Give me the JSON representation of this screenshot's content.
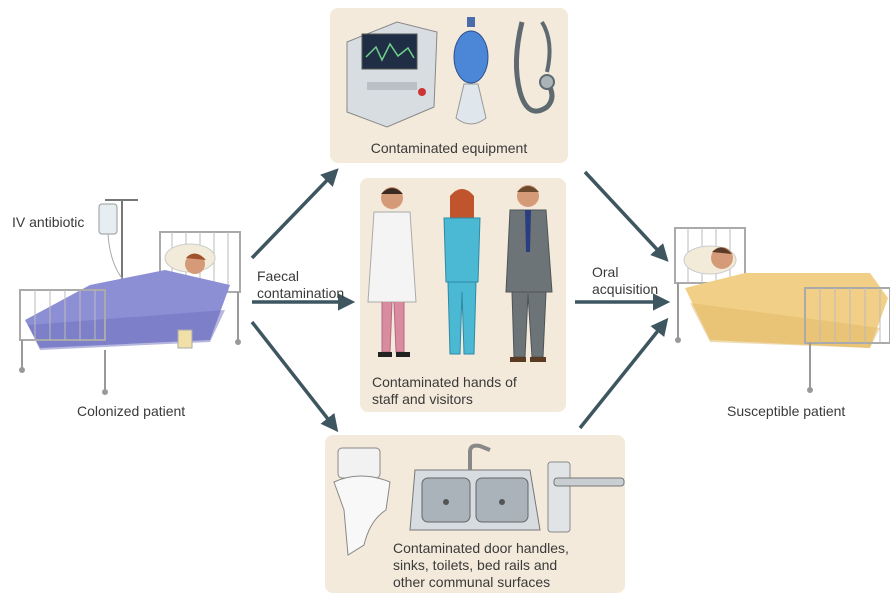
{
  "left": {
    "iv_label": "IV antibiotic",
    "patient_label": "Colonized patient"
  },
  "right": {
    "patient_label": "Susceptible patient"
  },
  "arrows": {
    "faecal_line1": "Faecal",
    "faecal_line2": "contamination",
    "oral_line1": "Oral",
    "oral_line2": "acquisition"
  },
  "panels": {
    "equipment": "Contaminated equipment",
    "hands_line1": "Contaminated hands of",
    "hands_line2": "staff and visitors",
    "surfaces_line1": "Contaminated door handles,",
    "surfaces_line2": "sinks, toilets, bed rails and",
    "surfaces_line3": "other communal surfaces"
  },
  "colors": {
    "panel_bg": "#f3eadb",
    "arrow": "#3e5660",
    "colonized_blanket": "#8c8fd4",
    "susceptible_blanket": "#f2cf86",
    "scrubs": "#4bb8d4",
    "suit": "#6d7478"
  }
}
